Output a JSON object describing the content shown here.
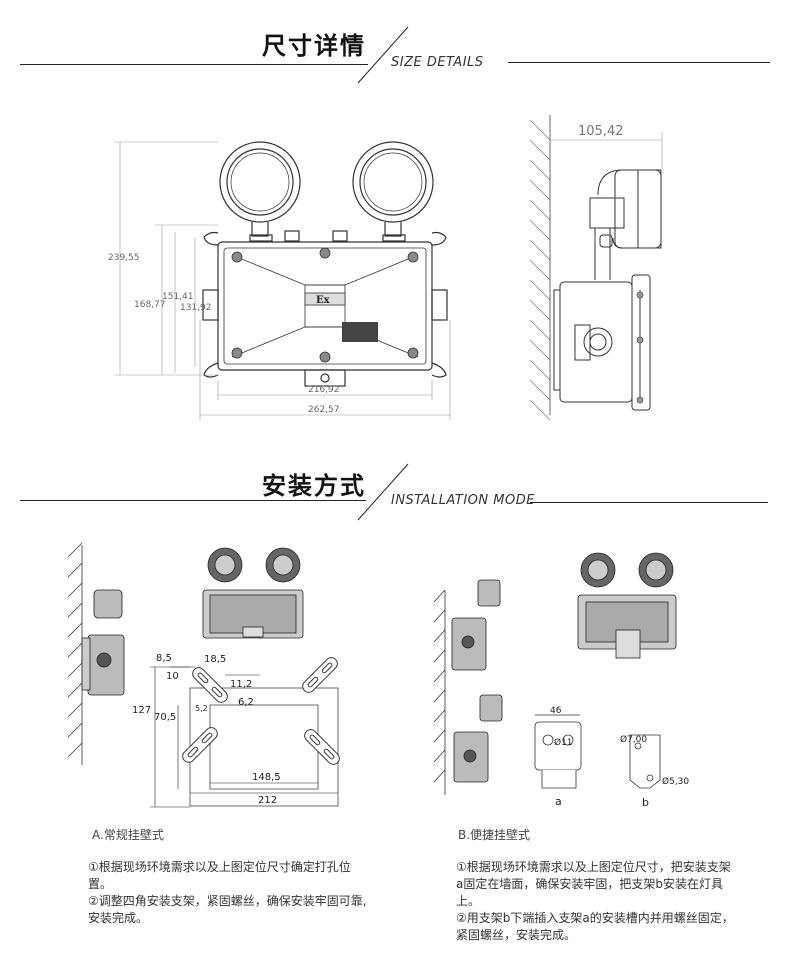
{
  "size_section": {
    "title": "尺寸详情",
    "subtitle": "SIZE DETAILS"
  },
  "install_section": {
    "title": "安装方式",
    "subtitle": "INSTALLATION MODE"
  },
  "front_view": {
    "dim_height_total": "239,55",
    "dim_height_body": "168,77",
    "dim_height_inner": "151,41",
    "dim_height_mount": "131,92",
    "dim_width_body": "216,92",
    "dim_width_total": "262,57",
    "label_ex": "Ex"
  },
  "side_view": {
    "dim_depth": "105,42"
  },
  "mode_a": {
    "dims": {
      "d8_5": "8,5",
      "d18_5": "18,5",
      "d10": "10",
      "d11_2": "11,2",
      "d5_2": "5,2",
      "d6_2": "6,2",
      "d127": "127",
      "d70_5": "70,5",
      "d148_5": "148,5",
      "d212": "212"
    },
    "caption": "A.常规挂壁式",
    "step1": "①根据现场环境需求以及上图定位尺寸确定打孔位置。",
    "step2": "②调整四角安装支架，紧固螺丝，确保安装牢固可靠,安装完成。"
  },
  "mode_b": {
    "dims": {
      "d46": "46",
      "d11": "Ø11",
      "d7": "Ø7,00",
      "d5_3": "Ø5,30"
    },
    "label_a": "a",
    "label_b": "b",
    "caption": "B.便捷挂壁式",
    "step1": "①根据现场环境需求以及上图定位尺寸，把安装支架a固定在墙面，确保安装牢固，把支架b安装在灯具上。",
    "step2": "②用支架b下端插入支架a的安装槽内并用螺丝固定，紧固螺丝，安装完成。"
  }
}
